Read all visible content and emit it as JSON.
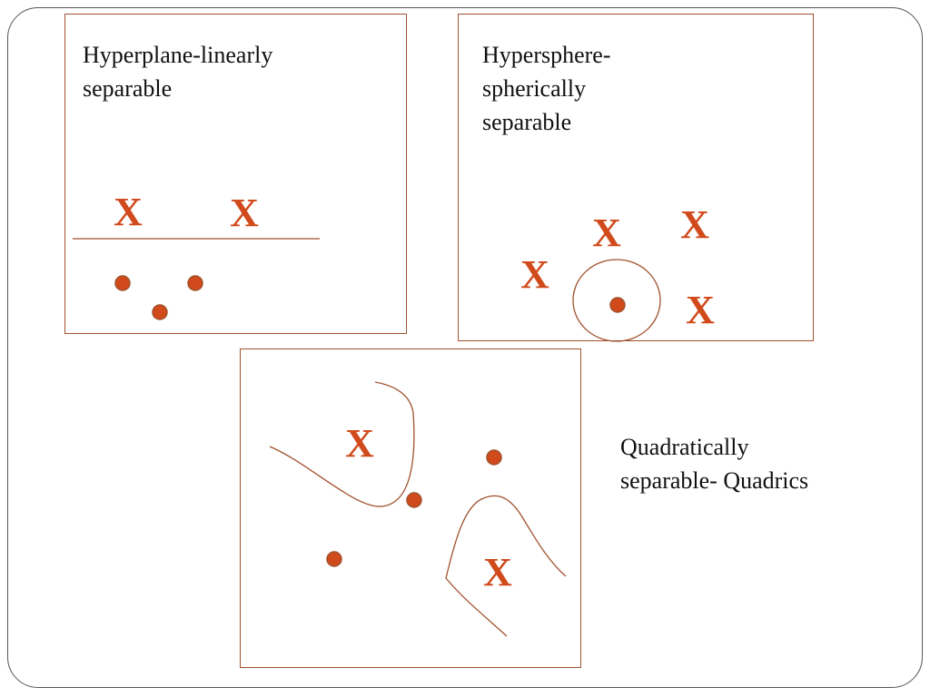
{
  "colors": {
    "accent": "#d04a1c",
    "boundary": "#a0522d",
    "text": "#111111"
  },
  "marks": {
    "x_symbol": "X"
  },
  "panels": {
    "linear": {
      "caption_line1": "Hyperplane-linearly",
      "caption_line2": "separable"
    },
    "spherical": {
      "caption_line1": "Hypersphere-",
      "caption_line2": "spherically",
      "caption_line3": "separable"
    },
    "quadratic": {
      "caption_line1": "Quadratically",
      "caption_line2": "separable- Quadrics"
    }
  }
}
